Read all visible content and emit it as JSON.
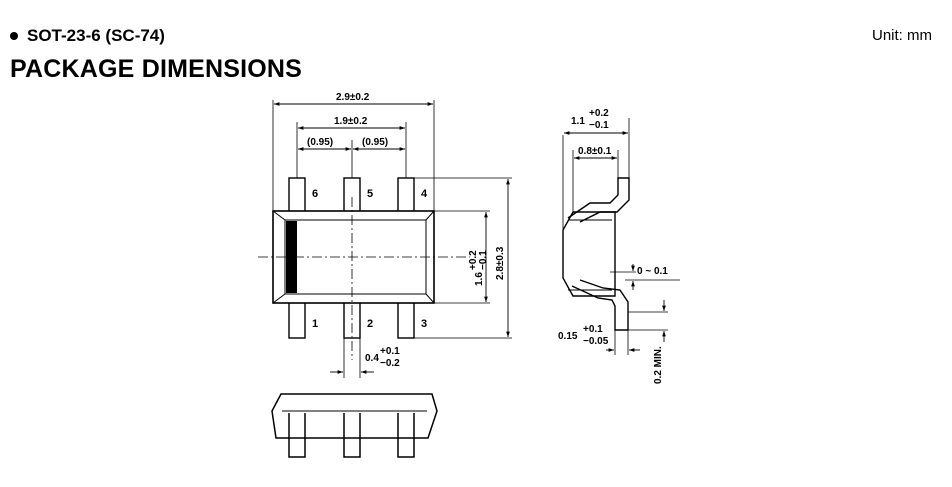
{
  "package": {
    "bullet": "•",
    "name": "SOT-23-6 (SC-74)"
  },
  "unit_label": "Unit: mm",
  "title": "PACKAGE DIMENSIONS",
  "top_view": {
    "dim_overall_width": "2.9±0.2",
    "dim_pin_span": "1.9±0.2",
    "dim_pitch_left": "(0.95)",
    "dim_pitch_right": "(0.95)",
    "dim_body_width": "1.6",
    "dim_body_width_tol_plus": "+0.2",
    "dim_body_width_tol_minus": "−0.1",
    "dim_overall_height": "2.8±0.3",
    "dim_lead_width": "0.4",
    "dim_lead_width_tol_plus": "+0.1",
    "dim_lead_width_tol_minus": "−0.2",
    "pin_labels": [
      "6",
      "5",
      "4",
      "1",
      "2",
      "3"
    ]
  },
  "side_view": {
    "dim_height": "1.1",
    "dim_height_tol_plus": "+0.2",
    "dim_height_tol_minus": "−0.1",
    "dim_standoff": "0.8±0.1",
    "dim_lead_thickness": "0.15",
    "dim_lead_thickness_tol_plus": "+0.1",
    "dim_lead_thickness_tol_minus": "−0.05",
    "dim_seating_gap": "0 ~ 0.1",
    "dim_foot_length": "0.2 MIN."
  },
  "colors": {
    "ink": "#000000",
    "background": "#ffffff"
  }
}
